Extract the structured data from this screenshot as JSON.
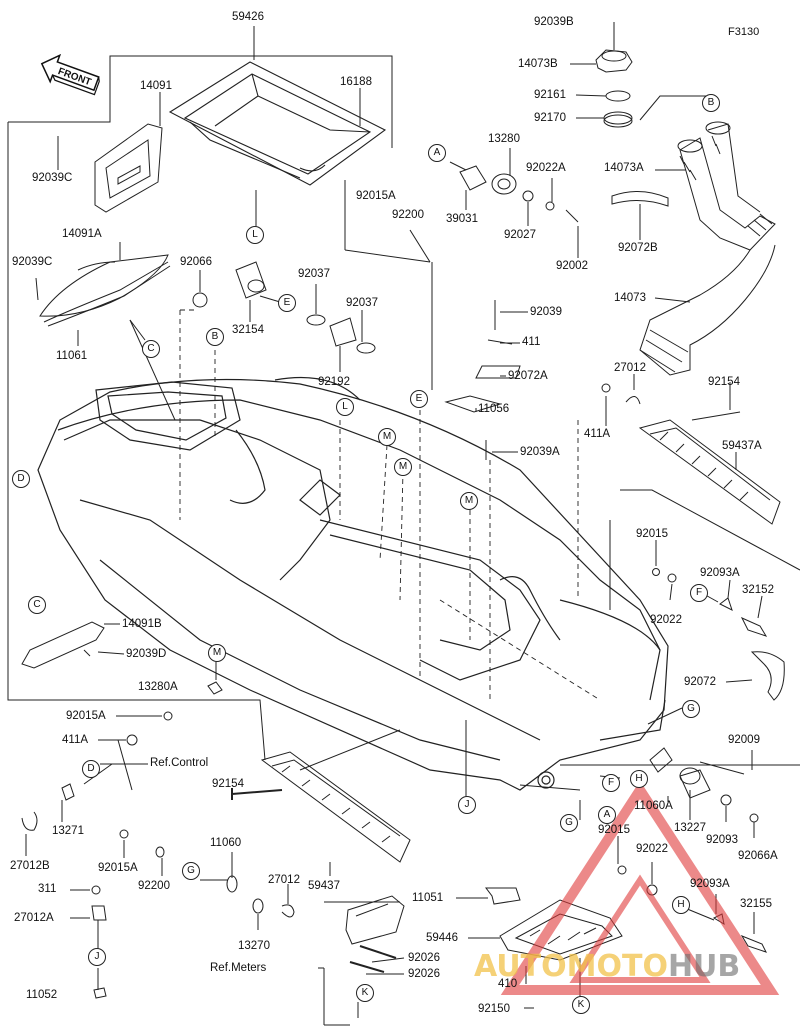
{
  "figure_code": "F3130",
  "front_arrow": "FRONT",
  "watermark": {
    "part1": "AUTOMOTO",
    "part2": "HUB",
    "colors": {
      "part1": "#f2c24a",
      "part2": "#6b6b6b",
      "triangle": "#e03a3a"
    }
  },
  "parts": {
    "p59426": "59426",
    "p16188": "16188",
    "p14091": "14091",
    "p92039c": "92039C",
    "p14091a": "14091A",
    "p92039c2": "92039C",
    "p11061": "11061",
    "p92066": "92066",
    "p32154": "32154",
    "p92037a": "92037",
    "p92037b": "92037",
    "p92192": "92192",
    "p92015a": "92015A",
    "p92200": "92200",
    "p13280": "13280",
    "p39031": "39031",
    "p92022a": "92022A",
    "p92027": "92027",
    "p92002": "92002",
    "p92039b": "92039B",
    "p14073b": "14073B",
    "p92161": "92161",
    "p92170": "92170",
    "p14073a": "14073A",
    "p92072b": "92072B",
    "p14073": "14073",
    "p92039": "92039",
    "p411": "411",
    "p92072a": "92072A",
    "p11056": "11056",
    "p92039a": "92039A",
    "p27012": "27012",
    "p411a": "411A",
    "p92154": "92154",
    "p59437a": "59437A",
    "p92015": "92015",
    "p92093a": "92093A",
    "p92022": "92022",
    "p32152": "32152",
    "p92072": "92072",
    "p14091b": "14091B",
    "p92039d": "92039D",
    "p13280a": "13280A",
    "p92015a2": "92015A",
    "p411a2": "411A",
    "p_refcontrol": "Ref.Control",
    "p13271": "13271",
    "p27012b": "27012B",
    "p92154b": "92154",
    "p59437": "59437",
    "p92015a3": "92015A",
    "p92200b": "92200",
    "p11060": "11060",
    "p27012c": "27012",
    "p311": "311",
    "p27012a": "27012A",
    "p13270": "13270",
    "p_refmeters": "Ref.Meters",
    "p11052": "11052",
    "p11051": "11051",
    "p92026a": "92026",
    "p92026b": "92026",
    "p59446": "59446",
    "p410": "410",
    "p92150": "92150",
    "p92009": "92009",
    "p11060a": "11060A",
    "p13227": "13227",
    "p92093": "92093",
    "p92066a": "92066A",
    "p92015b": "92015",
    "p92022b": "92022",
    "p92093a2": "92093A",
    "p32155": "32155"
  },
  "refs": {
    "L1": "L",
    "A1": "A",
    "C1": "C",
    "B1": "B",
    "E1": "E",
    "B2": "B",
    "D1": "D",
    "L2": "L",
    "E2": "E",
    "M1": "M",
    "M2": "M",
    "M3": "M",
    "C2": "C",
    "M4": "M",
    "G1": "G",
    "D2": "D",
    "G2": "G",
    "J1": "J",
    "F1": "F",
    "A2": "A",
    "H1": "H",
    "G3": "G",
    "F2": "F",
    "H2": "H",
    "J2": "J",
    "K1": "K",
    "K2": "K"
  }
}
